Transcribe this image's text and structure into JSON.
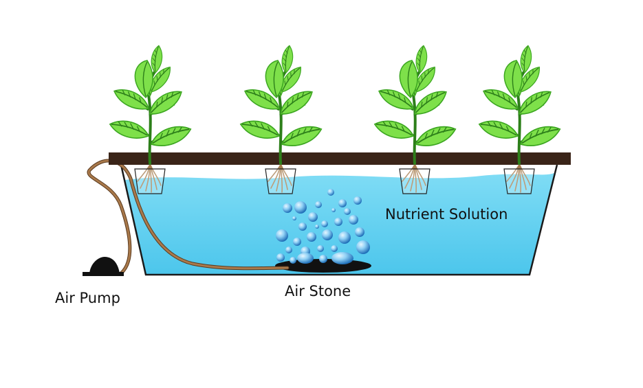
{
  "labels": {
    "nutrient_solution": "Nutrient Solution",
    "air_stone": "Air Stone",
    "air_pump": "Air Pump"
  },
  "colors": {
    "water": "#5ccfef",
    "water_light": "#a9e6f7",
    "tank_outline": "#1a1a1a",
    "lid": "#3a2418",
    "tube": "#a9794b",
    "tube_outline": "#5a3a1e",
    "leaf": "#7ee04a",
    "leaf_dark": "#3ca620",
    "stem": "#2d7f1a",
    "root": "#a67c4e",
    "bubble": "#2d8ed3",
    "bubble_light": "#8fd0f5",
    "pump": "#111111"
  },
  "plants": [
    {
      "id": "plant-1"
    },
    {
      "id": "plant-2"
    },
    {
      "id": "plant-3"
    },
    {
      "id": "plant-4"
    }
  ]
}
